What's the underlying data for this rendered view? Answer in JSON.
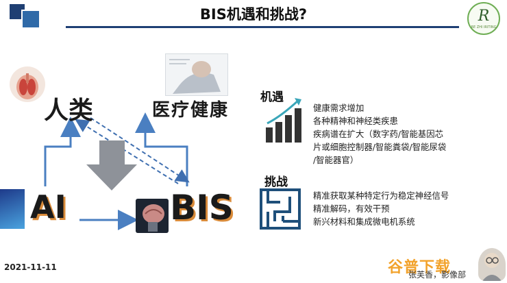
{
  "header": {
    "title": "BIS机遇和挑战?"
  },
  "logo": {
    "letter": "R",
    "caption": "RE ZHI IRITING"
  },
  "diagram": {
    "human_label": "人类",
    "health_label": "医疗健康",
    "ai_label": "AI",
    "bis_label": "BIS"
  },
  "opportunity": {
    "title": "机遇",
    "lines": [
      "健康需求增加",
      "各种精神和神经类疾患",
      "疾病谱在扩大（数字药/智能基因芯",
      "片或细胞控制器/智能粪袋/智能尿袋",
      "/智能器官）"
    ]
  },
  "challenge": {
    "title": "挑战",
    "lines": [
      "精准获取某种特定行为稳定神经信号",
      "精准解码，有效干预",
      "新兴材料和集成微电机系统"
    ]
  },
  "footer": {
    "date": "2021-11-11",
    "author": "张芙香，影像部",
    "watermark": "谷普下载"
  },
  "colors": {
    "arrow_blue": "#4a7fc1",
    "header_navy": "#1e3f74",
    "accent_orange": "#d98b3a",
    "watermark_orange": "#f2a22b"
  }
}
